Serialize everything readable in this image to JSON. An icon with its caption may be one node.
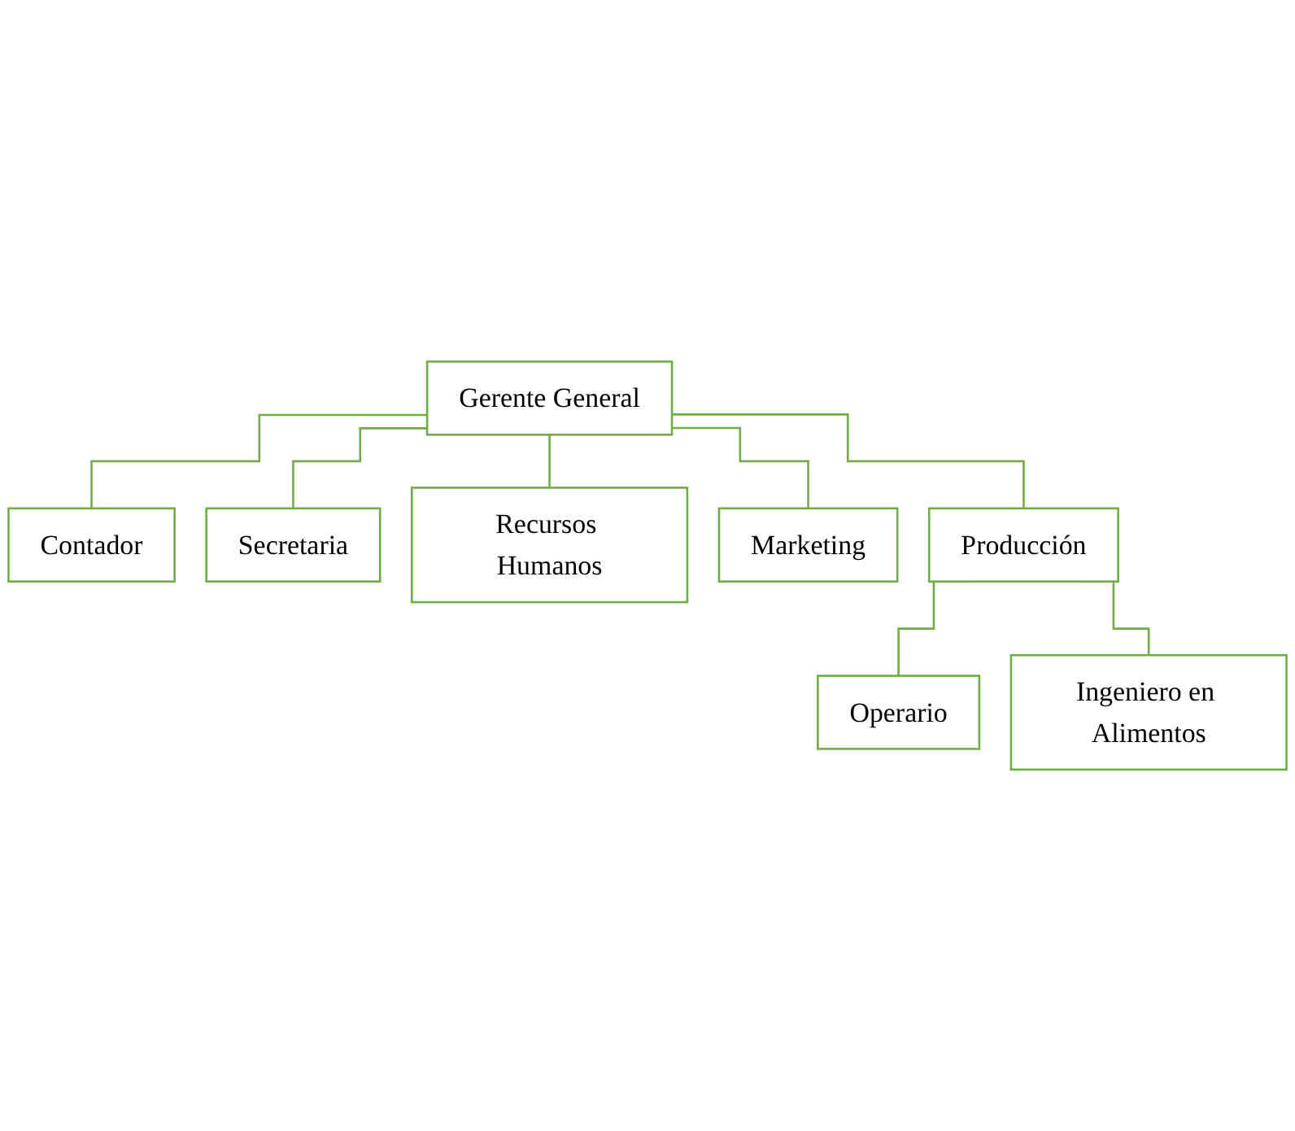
{
  "diagram": {
    "nodes": [
      {
        "text": [
          "Gerente General"
        ]
      },
      {
        "text": [
          "Contador"
        ]
      },
      {
        "text": [
          "Secretaria"
        ]
      },
      {
        "text": [
          "Recursos Humanos"
        ]
      },
      {
        "text": [
          "Marketing"
        ]
      },
      {
        "text": [
          "Producción"
        ]
      },
      {
        "text": [
          "Operario"
        ]
      },
      {
        "text": [
          "Ingeniero en Alimentos"
        ]
      }
    ],
    "edges": [
      {
        "from": 0,
        "to": 1,
        "arrow": "none"
      },
      {
        "from": 0,
        "to": 2,
        "arrow": "none"
      },
      {
        "from": 0,
        "to": 3,
        "arrow": "none"
      },
      {
        "from": 0,
        "to": 4,
        "arrow": "none"
      },
      {
        "from": 0,
        "to": 5,
        "arrow": "none"
      },
      {
        "from": 5,
        "to": 6,
        "arrow": "none"
      },
      {
        "from": 5,
        "to": 7,
        "arrow": "none"
      }
    ]
  }
}
